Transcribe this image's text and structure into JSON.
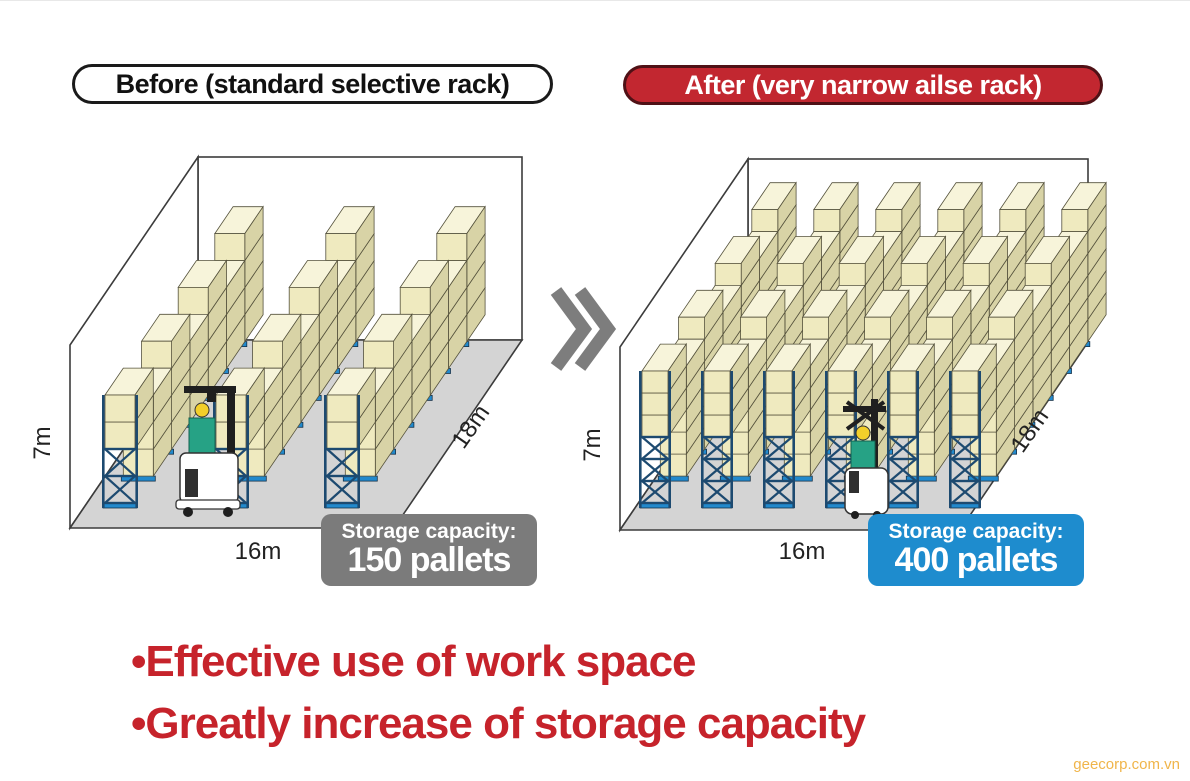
{
  "header": {
    "before_label": "Before (standard selective rack)",
    "after_label": "After (very narrow ailse rack)"
  },
  "before": {
    "dimensions": {
      "height": "7m",
      "width": "16m",
      "depth": "18m"
    },
    "capacity_label": "Storage capacity:",
    "capacity_value": "150 pallets",
    "rack": {
      "rows": 3,
      "levels": 4,
      "stacks_deep": 7,
      "empty_front_levels": 2
    }
  },
  "after": {
    "dimensions": {
      "height": "7m",
      "width": "16m",
      "depth": "18m"
    },
    "capacity_label": "Storage capacity:",
    "capacity_value": "400 pallets",
    "rack": {
      "rows": 6,
      "levels": 6,
      "stacks_deep": 7,
      "empty_front_levels": 3
    }
  },
  "summary": {
    "bullets": [
      "•Effective use of work space",
      "•Greatly increase of storage capacity"
    ]
  },
  "arrow_icon": "double-chevron-right",
  "watermark": "geecorp.com.vn",
  "colors": {
    "after_pill_bg": "#c22730",
    "before_capacity_bg": "#7b7b7b",
    "after_capacity_bg": "#1e8cce",
    "bullet_text": "#c6232b",
    "arrow": "#7d7d7d",
    "floor": "#d4d4d4",
    "wall_outline": "#3c3c3c",
    "box_front": "#efeabf",
    "box_top": "#f7f4da",
    "box_side": "#d8d3a6",
    "box_outline": "#55523c",
    "rack_frame": "#1d4a70",
    "rack_base_blue": "#2289cc",
    "dimension_text": "#222222",
    "watermark_text": "#f0b54a",
    "operator_jacket": "#26a285",
    "operator_helmet": "#f2cf2a",
    "truck_body": "#ffffff",
    "truck_dark": "#1f1f1f"
  }
}
